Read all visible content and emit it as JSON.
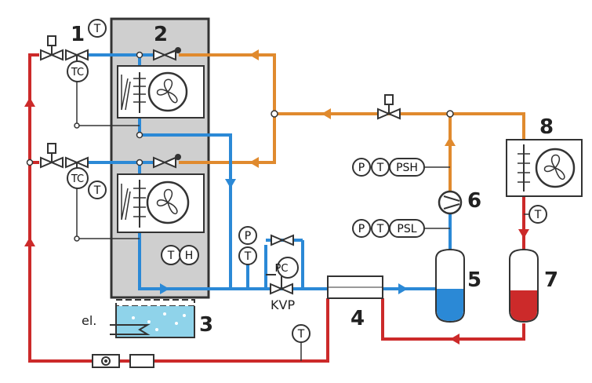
{
  "colors": {
    "hot_liquid": "#cc2a2a",
    "hot_gas": "#e08a2e",
    "cold": "#2b89d6",
    "enclosure": "#cfcfcf",
    "water": "#8fd3ea"
  },
  "component_numbers": [
    "1",
    "2",
    "3",
    "4",
    "5",
    "6",
    "7",
    "8"
  ],
  "labels": {
    "kvp": "KVP",
    "electric_heater": "el."
  },
  "instruments": {
    "t": "T",
    "tc": "TC",
    "h": "H",
    "p": "P",
    "pc": "PC",
    "psh": "PSH",
    "psl": "PSL"
  }
}
